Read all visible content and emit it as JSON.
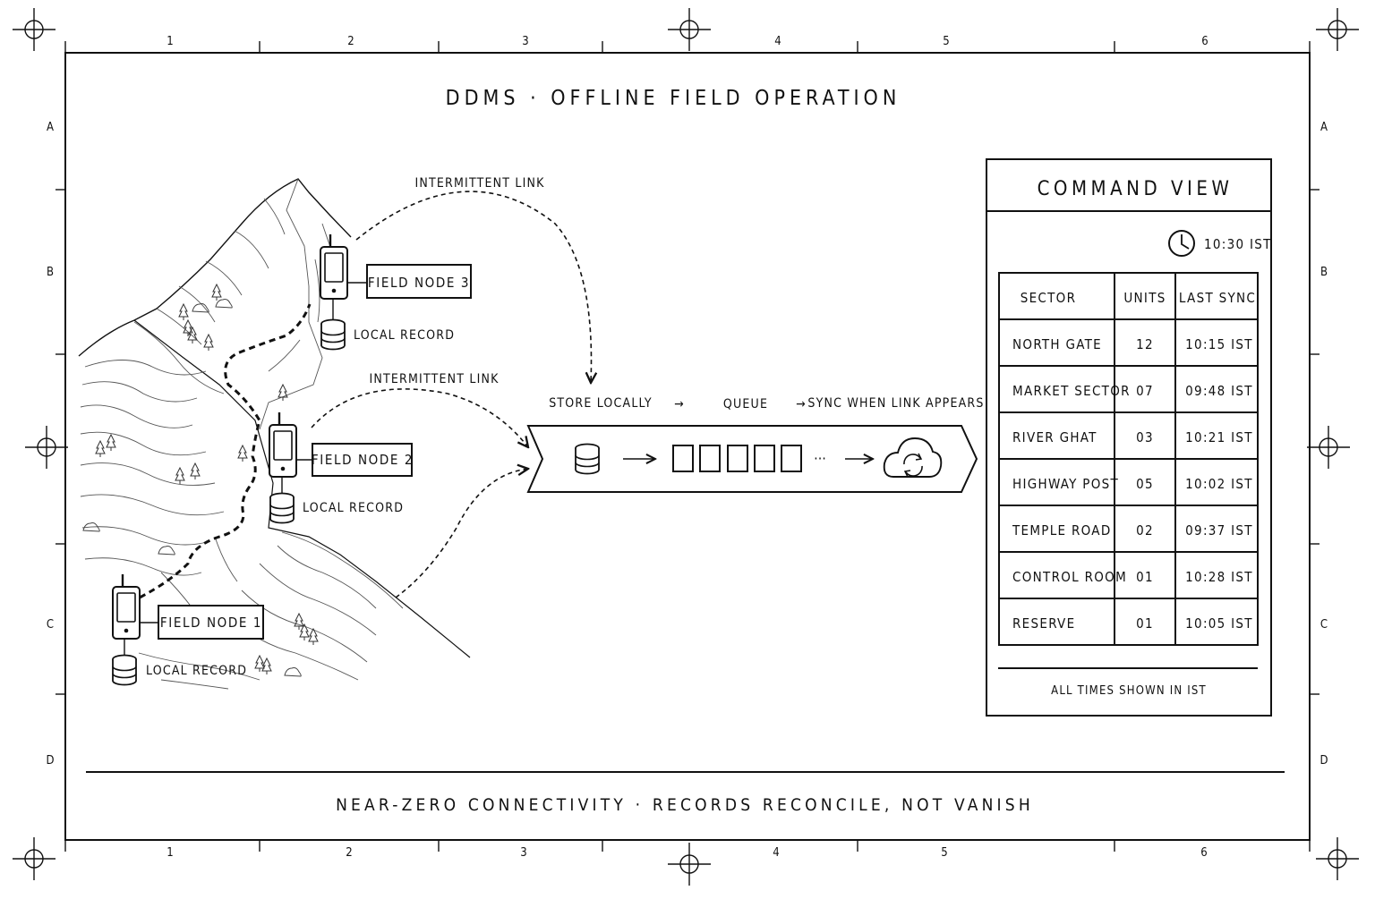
{
  "title": "DDMS · OFFLINE FIELD OPERATION",
  "footer": "NEAR-ZERO CONNECTIVITY · RECORDS RECONCILE, NOT VANISH",
  "grid": {
    "columns": [
      "1",
      "2",
      "3",
      "4",
      "5",
      "6"
    ],
    "rows": [
      "A",
      "B",
      "C",
      "D"
    ]
  },
  "field_nodes": [
    {
      "label": "FIELD NODE 3",
      "record": "LOCAL RECORD"
    },
    {
      "label": "FIELD NODE 2",
      "record": "LOCAL RECORD"
    },
    {
      "label": "FIELD NODE 1",
      "record": "LOCAL RECORD"
    }
  ],
  "links": [
    "INTERMITTENT LINK",
    "INTERMITTENT LINK"
  ],
  "pipeline": {
    "steps": [
      "STORE LOCALLY",
      "QUEUE",
      "SYNC WHEN LINK APPEARS"
    ],
    "arrow": "→",
    "ellipsis": "···"
  },
  "command_view": {
    "title": "COMMAND VIEW",
    "time": "10:30 IST",
    "columns": [
      "SECTOR",
      "UNITS",
      "LAST SYNC"
    ],
    "rows": [
      {
        "sector": "NORTH GATE",
        "units": "12",
        "last_sync": "10:15 IST"
      },
      {
        "sector": "MARKET SECTOR",
        "units": "07",
        "last_sync": "09:48 IST"
      },
      {
        "sector": "RIVER GHAT",
        "units": "03",
        "last_sync": "10:21 IST"
      },
      {
        "sector": "HIGHWAY POST",
        "units": "05",
        "last_sync": "10:02 IST"
      },
      {
        "sector": "TEMPLE ROAD",
        "units": "02",
        "last_sync": "09:37 IST"
      },
      {
        "sector": "CONTROL ROOM",
        "units": "01",
        "last_sync": "10:28 IST"
      },
      {
        "sector": "RESERVE",
        "units": "01",
        "last_sync": "10:05 IST"
      }
    ],
    "note": "ALL TIMES SHOWN IN IST"
  },
  "icons": [
    "registration-mark-icon",
    "phone-icon",
    "database-icon",
    "cloud-sync-icon",
    "clock-icon",
    "tree-icon",
    "rock-icon"
  ]
}
